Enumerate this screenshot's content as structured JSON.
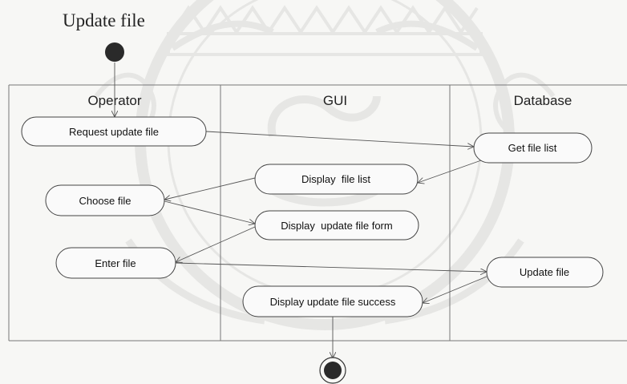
{
  "title": "Update file",
  "lanes": [
    "Operator",
    "GUI",
    "Database"
  ],
  "activities": {
    "request_update_file": "Request update file",
    "get_file_list": "Get file list",
    "display_file_list": "Display  file list",
    "choose_file": "Choose file",
    "display_update_form": "Display  update file form",
    "enter_file": "Enter file",
    "update_file": "Update file",
    "display_success": "Display update file success"
  },
  "colors": {
    "node": "#2a2a2a",
    "line": "#555555",
    "watermark": "#8a8a8a"
  }
}
